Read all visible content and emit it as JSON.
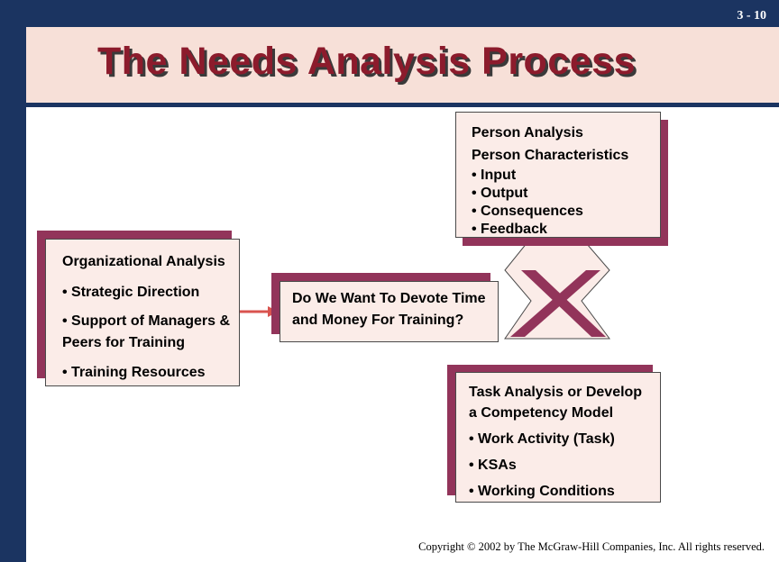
{
  "slide_number": "3 - 10",
  "title": "The Needs Analysis Process",
  "organizational_box": {
    "heading": "Organizational Analysis",
    "items": [
      "• Strategic Direction",
      "• Support of Managers &",
      "Peers for Training",
      "• Training Resources"
    ]
  },
  "decision_box": {
    "lines": [
      "Do We Want To Devote Time",
      "and Money For Training?"
    ]
  },
  "person_box": {
    "heading": "Person Analysis",
    "subheading": "Person Characteristics",
    "items": [
      "• Input",
      "• Output",
      "• Consequences",
      "• Feedback"
    ]
  },
  "task_box": {
    "lines": [
      "Task Analysis or Develop",
      "a Competency Model"
    ],
    "items": [
      "• Work Activity (Task)",
      "• KSAs",
      "• Working Conditions"
    ]
  },
  "footer": "Copyright © 2002 by The McGraw-Hill Companies, Inc.   All rights reserved.",
  "colors": {
    "navy": "#1b3461",
    "title_red": "#8c1b2c",
    "shadow_maroon": "#92345a",
    "box_fill": "#fbece8",
    "title_band": "#f7e0d8",
    "arrow": "#d9534f"
  }
}
